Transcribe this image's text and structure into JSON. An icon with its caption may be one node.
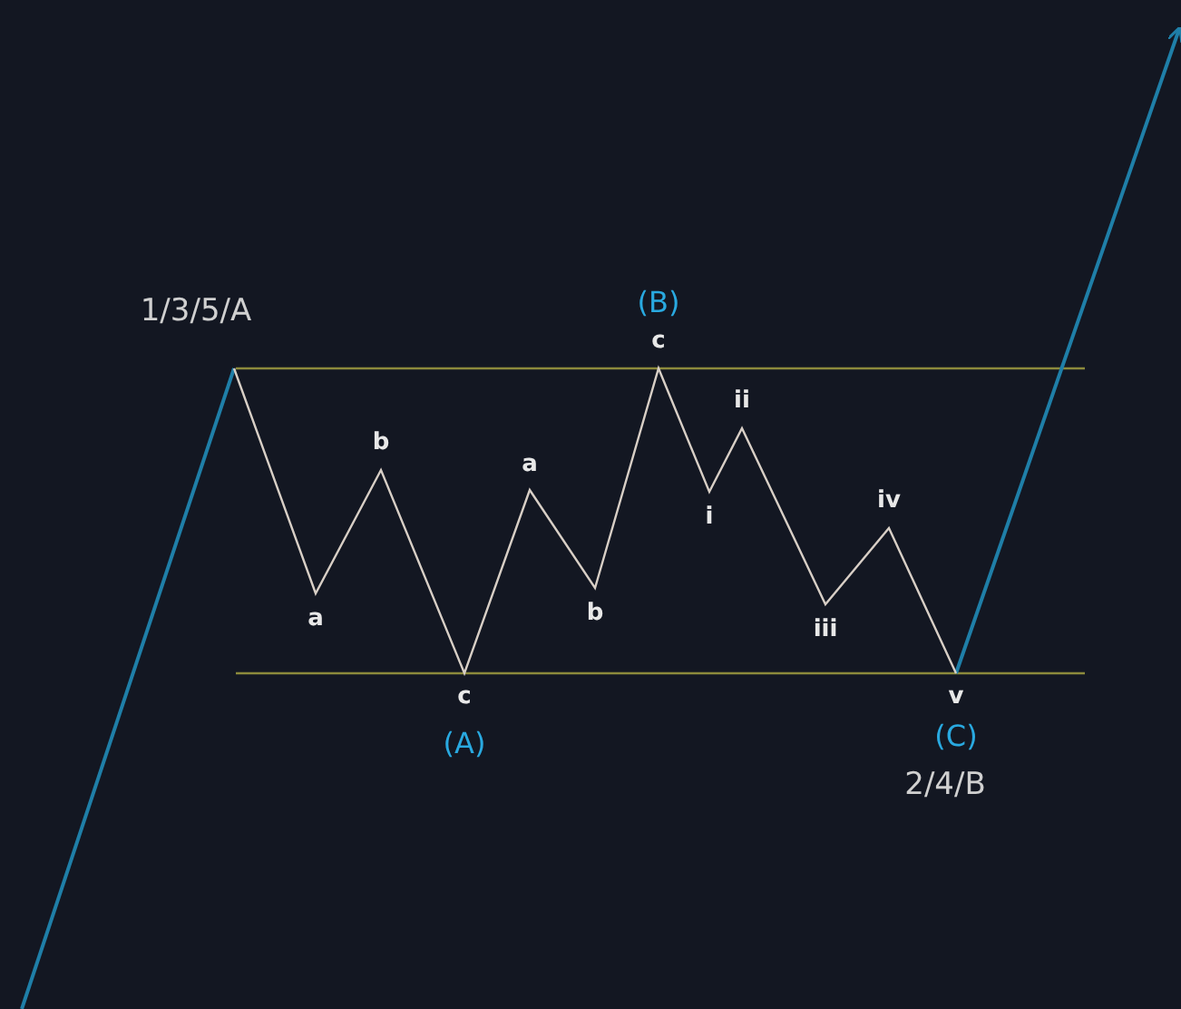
{
  "diagram": {
    "labels": [
      "1/3/5/A",
      "(B)",
      "c",
      "ii",
      "b",
      "a",
      "i",
      "iv",
      "a",
      "b",
      "iii",
      "c",
      "v",
      "(A)",
      "(C)",
      "2/4/B"
    ]
  }
}
